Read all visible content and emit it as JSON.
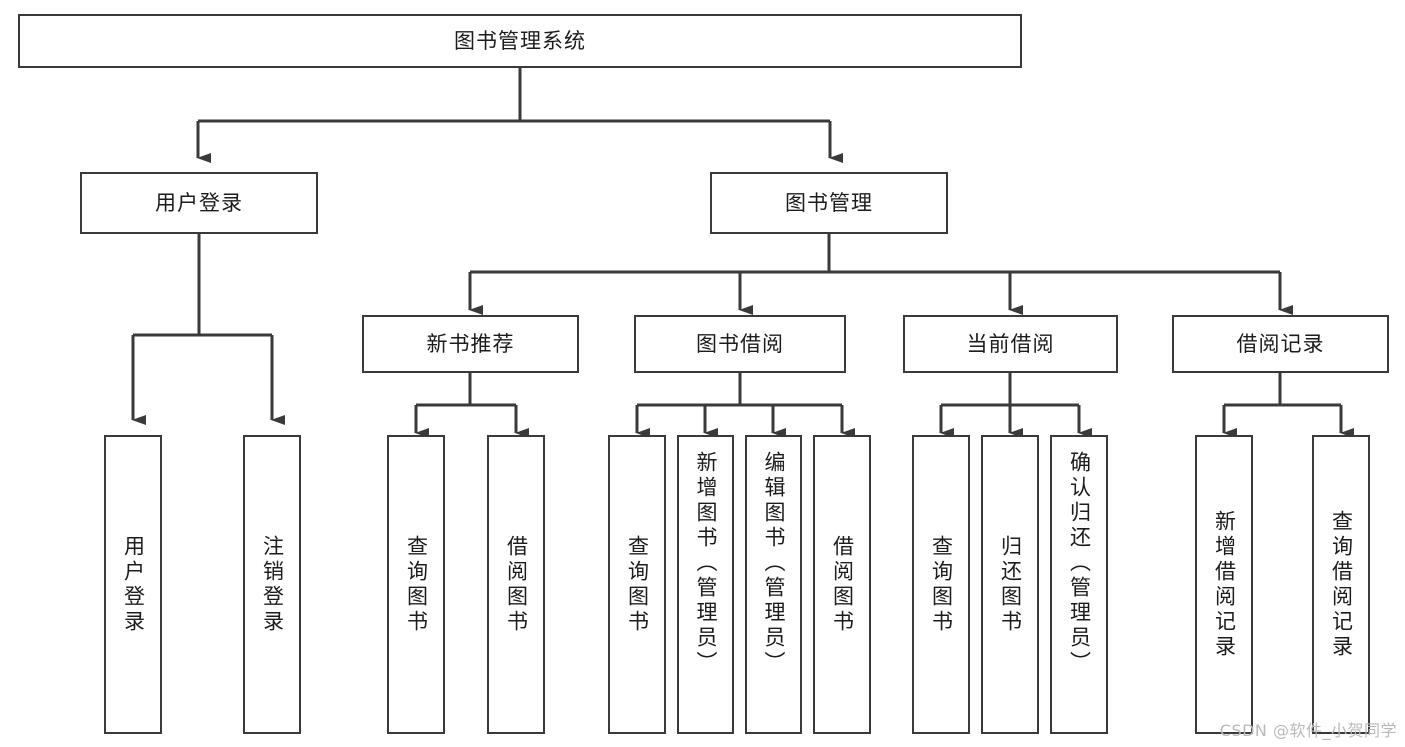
{
  "diagram": {
    "type": "tree-hierarchy-chart",
    "title": "图书管理系统",
    "background_color": "#ffffff",
    "line_color": "#3a3a3a",
    "text_color": "#1c1c1c",
    "root": {
      "label": "图书管理系统"
    },
    "level1": [
      {
        "label": "用户登录"
      },
      {
        "label": "图书管理"
      }
    ],
    "level2": [
      {
        "label": "新书推荐"
      },
      {
        "label": "图书借阅"
      },
      {
        "label": "当前借阅"
      },
      {
        "label": "借阅记录"
      }
    ],
    "leaves": {
      "user_login": [
        {
          "label": "用户登录"
        },
        {
          "label": "注销登录"
        }
      ],
      "new_book_recommend": [
        {
          "label": "查询图书"
        },
        {
          "label": "借阅图书"
        }
      ],
      "book_borrow": [
        {
          "label": "查询图书"
        },
        {
          "label": "新增图书（管理员）"
        },
        {
          "label": "编辑图书（管理员）"
        },
        {
          "label": "借阅图书"
        }
      ],
      "current_borrow": [
        {
          "label": "查询图书"
        },
        {
          "label": "归还图书"
        },
        {
          "label": "确认归还（管理员）"
        }
      ],
      "borrow_record": [
        {
          "label": "新增借阅记录"
        },
        {
          "label": "查询借阅记录"
        }
      ]
    },
    "watermark": "CSDN @软件_小贺同学"
  }
}
